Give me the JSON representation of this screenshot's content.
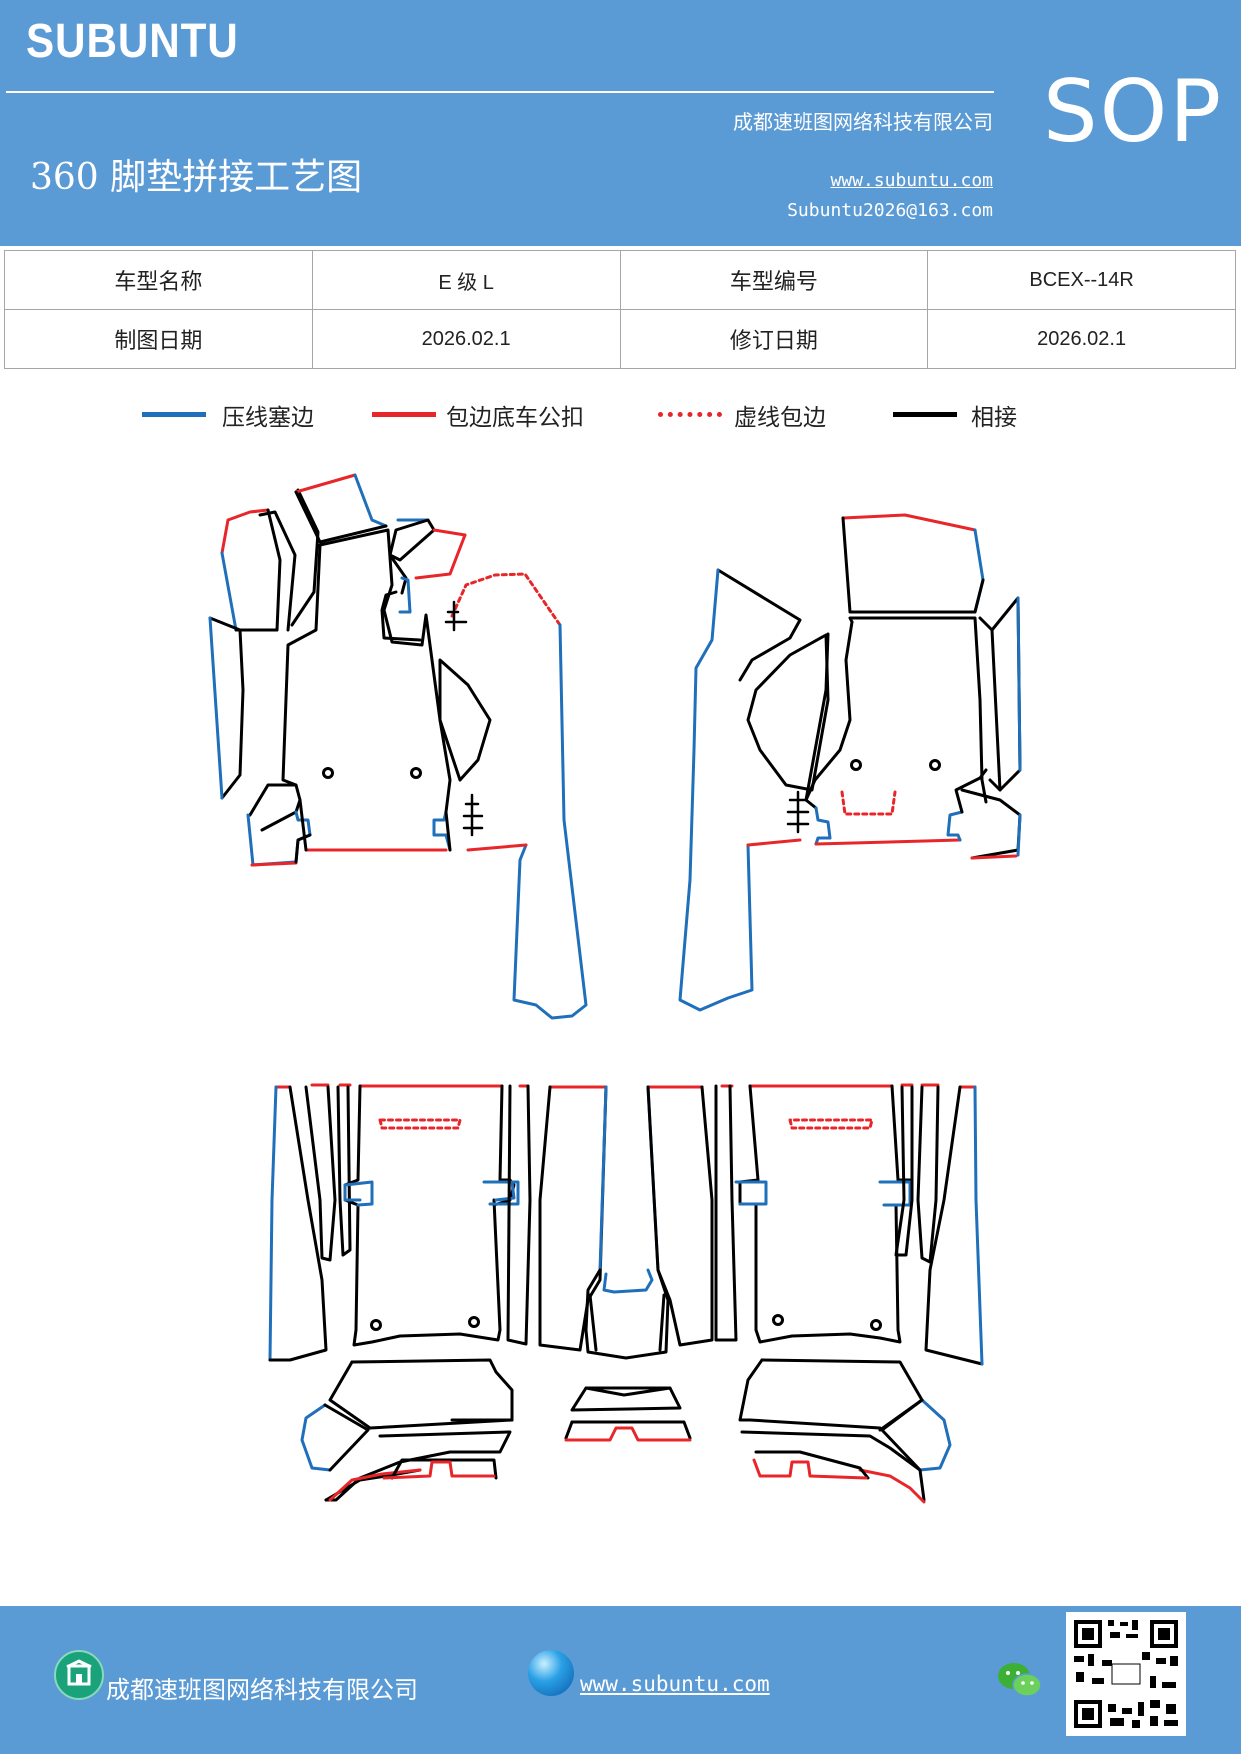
{
  "header": {
    "brand": "SUBUNTU",
    "badge": "SOP",
    "company": "成都速班图网络科技有限公司",
    "title": "360 脚垫拼接工艺图",
    "website": "www.subuntu.com",
    "email": "Subuntu2026@163.com"
  },
  "info_table": {
    "row1": {
      "label1": "车型名称",
      "value1": "E 级 L",
      "label2": "车型编号",
      "value2": "BCEX--14R"
    },
    "row2": {
      "label1": "制图日期",
      "value1": "2026.02.1",
      "label2": "修订日期",
      "value2": "2026.02.1"
    }
  },
  "legend": [
    {
      "label": "压线塞边",
      "color": "#1f6fba",
      "style": "solid"
    },
    {
      "label": "包边底车公扣",
      "color": "#e8262a",
      "style": "solid"
    },
    {
      "label": "虚线包边",
      "color": "#e8262a",
      "style": "dotted"
    },
    {
      "label": "相接",
      "color": "#000000",
      "style": "solid"
    }
  ],
  "colors": {
    "header_bg": "#5b9bd5",
    "blue_line": "#1f6fba",
    "red_line": "#e8262a",
    "black_line": "#000000"
  },
  "footer": {
    "company": "成都速班图网络科技有限公司",
    "website": "www.subuntu.com",
    "icons": [
      "building-icon",
      "globe-icon",
      "wechat-icon",
      "qr-code"
    ]
  }
}
